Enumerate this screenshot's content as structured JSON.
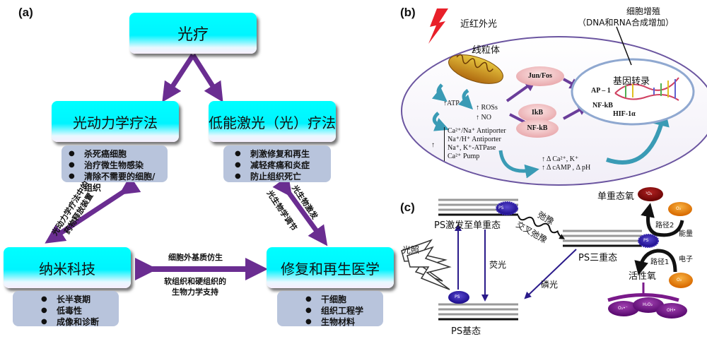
{
  "panel_a": {
    "label": "(a)",
    "top_box": "光疗",
    "pdt_box": "光动力学疗法",
    "lllt_box": "低能激光（光）疗法",
    "nano_box": "纳米科技",
    "regen_box": "修复和再生医学",
    "pdt_items": [
      "杀死癌细胞",
      "治疗微生物感染",
      "清除不需要的细胞/组织"
    ],
    "lllt_items": [
      "刺激修复和再生",
      "减轻疼痛和炎症",
      "防止组织死亡"
    ],
    "nano_items": [
      "长半衰期",
      "低毒性",
      "成像和诊断"
    ],
    "regen_items": [
      "干细胞",
      "组织工程学",
      "生物材料"
    ],
    "left_arrow_label": [
      "光动力学疗法中的",
      "药物释放装置"
    ],
    "right_arrow_label": [
      "光生物激发",
      "光生物学调节"
    ],
    "bottom_arrow_top": "细胞外基质仿生",
    "bottom_arrow_bottom": [
      "软组织和硬组织的",
      "生物力学支持"
    ]
  },
  "panel_b": {
    "label": "(b)",
    "light": "近红外光",
    "proliferation": [
      "细胞增殖",
      "（DNA和RNA合成增加）"
    ],
    "mitochondria": "线粒体",
    "atp": "ATP",
    "ros": "ROSs",
    "no": "NO",
    "transporters": [
      "Ca²⁺/Na⁺ Antiporter",
      "Na⁺/H⁺ Antiporter",
      "Na⁺, K⁺-ATPase",
      "Ca²⁺ Pump"
    ],
    "jun_fos": "Jun/Fos",
    "ikb": "IkB",
    "nfkb": "NF-kB",
    "nucleus_title": "基因转录",
    "tf": [
      "AP – 1",
      "NF-kB",
      "HIF-1α"
    ],
    "delta1": "Δ Ca²⁺, K⁺",
    "delta2": "Δ cAMP , Δ pH",
    "colors": {
      "arrow_purple": "#6a3d9a",
      "curve_teal": "#3a9bb5",
      "membrane": "#6b55a0",
      "nucleus": "#8fa8d0"
    }
  },
  "panel_c": {
    "label": "(c)",
    "singlet": "PS激发至单重态",
    "ground": "PS基态",
    "triplet": "PS三重态",
    "light": "光照",
    "fluorescence": "荧光",
    "phosphorescence": "磷光",
    "relax": "弛豫",
    "isc": "交叉弛豫",
    "ps": "PS",
    "singlet_oxygen": "单重态氧",
    "path2": "路径2",
    "energy": "能量",
    "path1": "路径1",
    "electron": "电子",
    "ros": "活性氧",
    "species": {
      "singlet_o2": "¹O₂",
      "o2": "O₂",
      "superoxide": "O₂•⁻",
      "h2o2": "H₂O₂",
      "hydroxyl": "OH•"
    },
    "colors": {
      "ps": "#2a1a9a",
      "arrow": "#2a1a8a",
      "orange": "#e8820a",
      "darkred": "#8b0a0a",
      "purple": "#7a1a8a"
    }
  }
}
